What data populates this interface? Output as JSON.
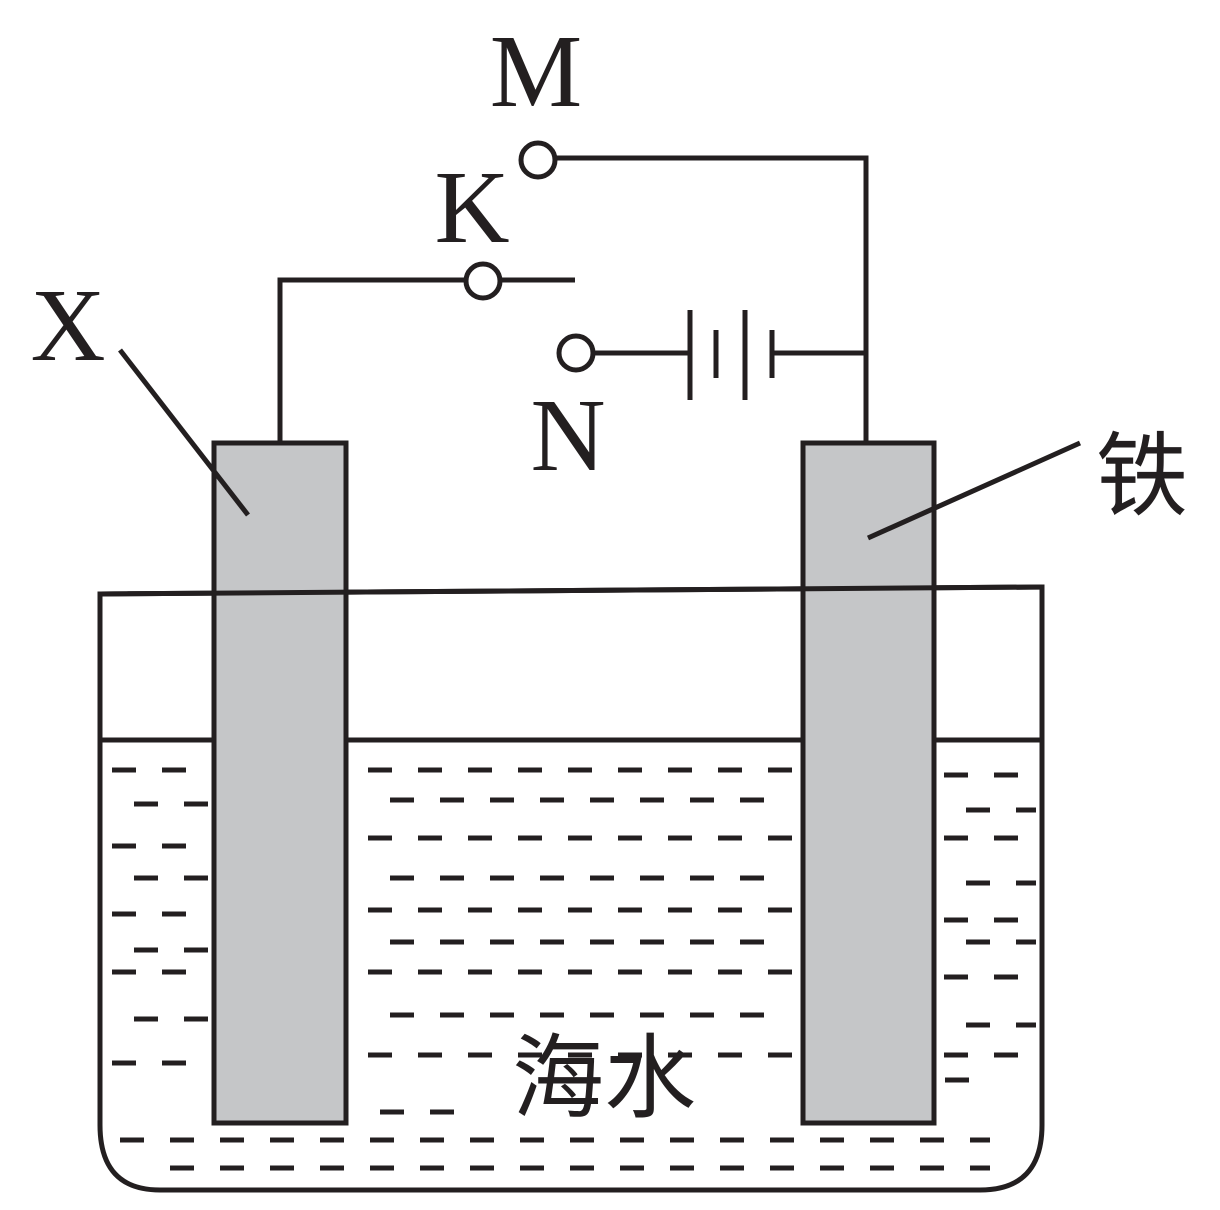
{
  "labels": {
    "m": "M",
    "k": "K",
    "n": "N",
    "x": "X",
    "iron": "铁",
    "seawater": "海水"
  },
  "colors": {
    "line": "#231f20",
    "electrode_fill": "#c5c6c8",
    "background": "#ffffff"
  }
}
